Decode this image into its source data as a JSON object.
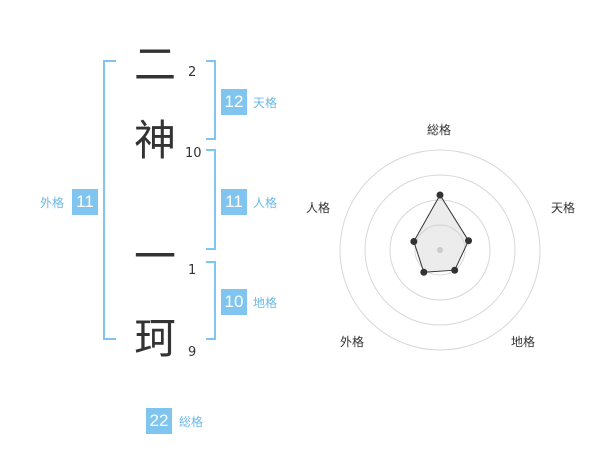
{
  "name_chars": [
    {
      "char": "二",
      "strokes": "2"
    },
    {
      "char": "神",
      "strokes": "10"
    },
    {
      "char": "一",
      "strokes": "1"
    },
    {
      "char": "珂",
      "strokes": "9"
    }
  ],
  "kaku": {
    "tenkaku": {
      "value": "12",
      "label": "天格"
    },
    "jinkaku": {
      "value": "11",
      "label": "人格"
    },
    "chikaku": {
      "value": "10",
      "label": "地格"
    },
    "gaikaku": {
      "value": "11",
      "label": "外格"
    },
    "soukaku": {
      "value": "22",
      "label": "総格"
    }
  },
  "colors": {
    "accent": "#7fc5f0",
    "bracket": "#7fc5f0",
    "text": "#333333"
  },
  "chart_data": {
    "type": "radar",
    "axes": [
      "総格",
      "天格",
      "地格",
      "外格",
      "人格"
    ],
    "values": [
      22,
      12,
      10,
      11,
      11
    ],
    "rings": 4
  }
}
